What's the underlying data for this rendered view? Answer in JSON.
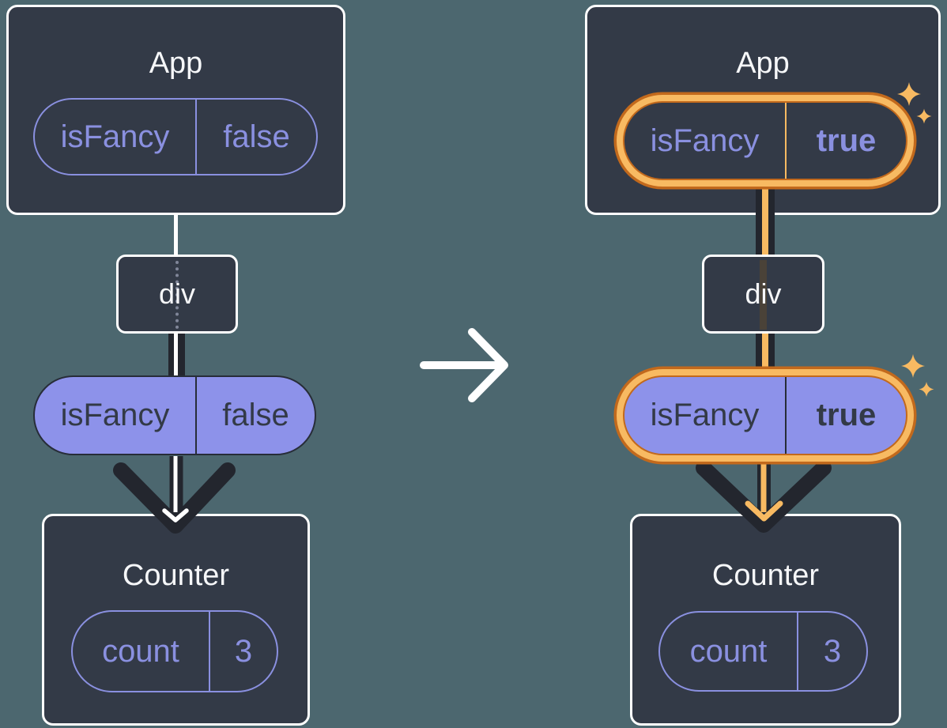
{
  "before": {
    "app": {
      "title": "App",
      "state_name": "isFancy",
      "state_value": "false"
    },
    "dom_node": {
      "label": "div"
    },
    "prop": {
      "name": "isFancy",
      "value": "false"
    },
    "counter": {
      "title": "Counter",
      "state_name": "count",
      "state_value": "3"
    }
  },
  "after": {
    "app": {
      "title": "App",
      "state_name": "isFancy",
      "state_value": "true"
    },
    "dom_node": {
      "label": "div"
    },
    "prop": {
      "name": "isFancy",
      "value": "true"
    },
    "counter": {
      "title": "Counter",
      "state_name": "count",
      "state_value": "3"
    }
  },
  "icons": {
    "transition": "right-arrow",
    "highlight": "sparkle-4-point",
    "flow": "down-arrowhead"
  },
  "colors": {
    "background": "#4c676f",
    "box_background": "#333a47",
    "box_border": "#ffffff",
    "purple_outline": "#8a90e0",
    "purple_fill": "#8d92ea",
    "dark_text": "#333a47",
    "arrow_dark": "#23262e",
    "highlight_orange": "#f8ba62",
    "highlight_orange_dark": "#c2691c"
  }
}
